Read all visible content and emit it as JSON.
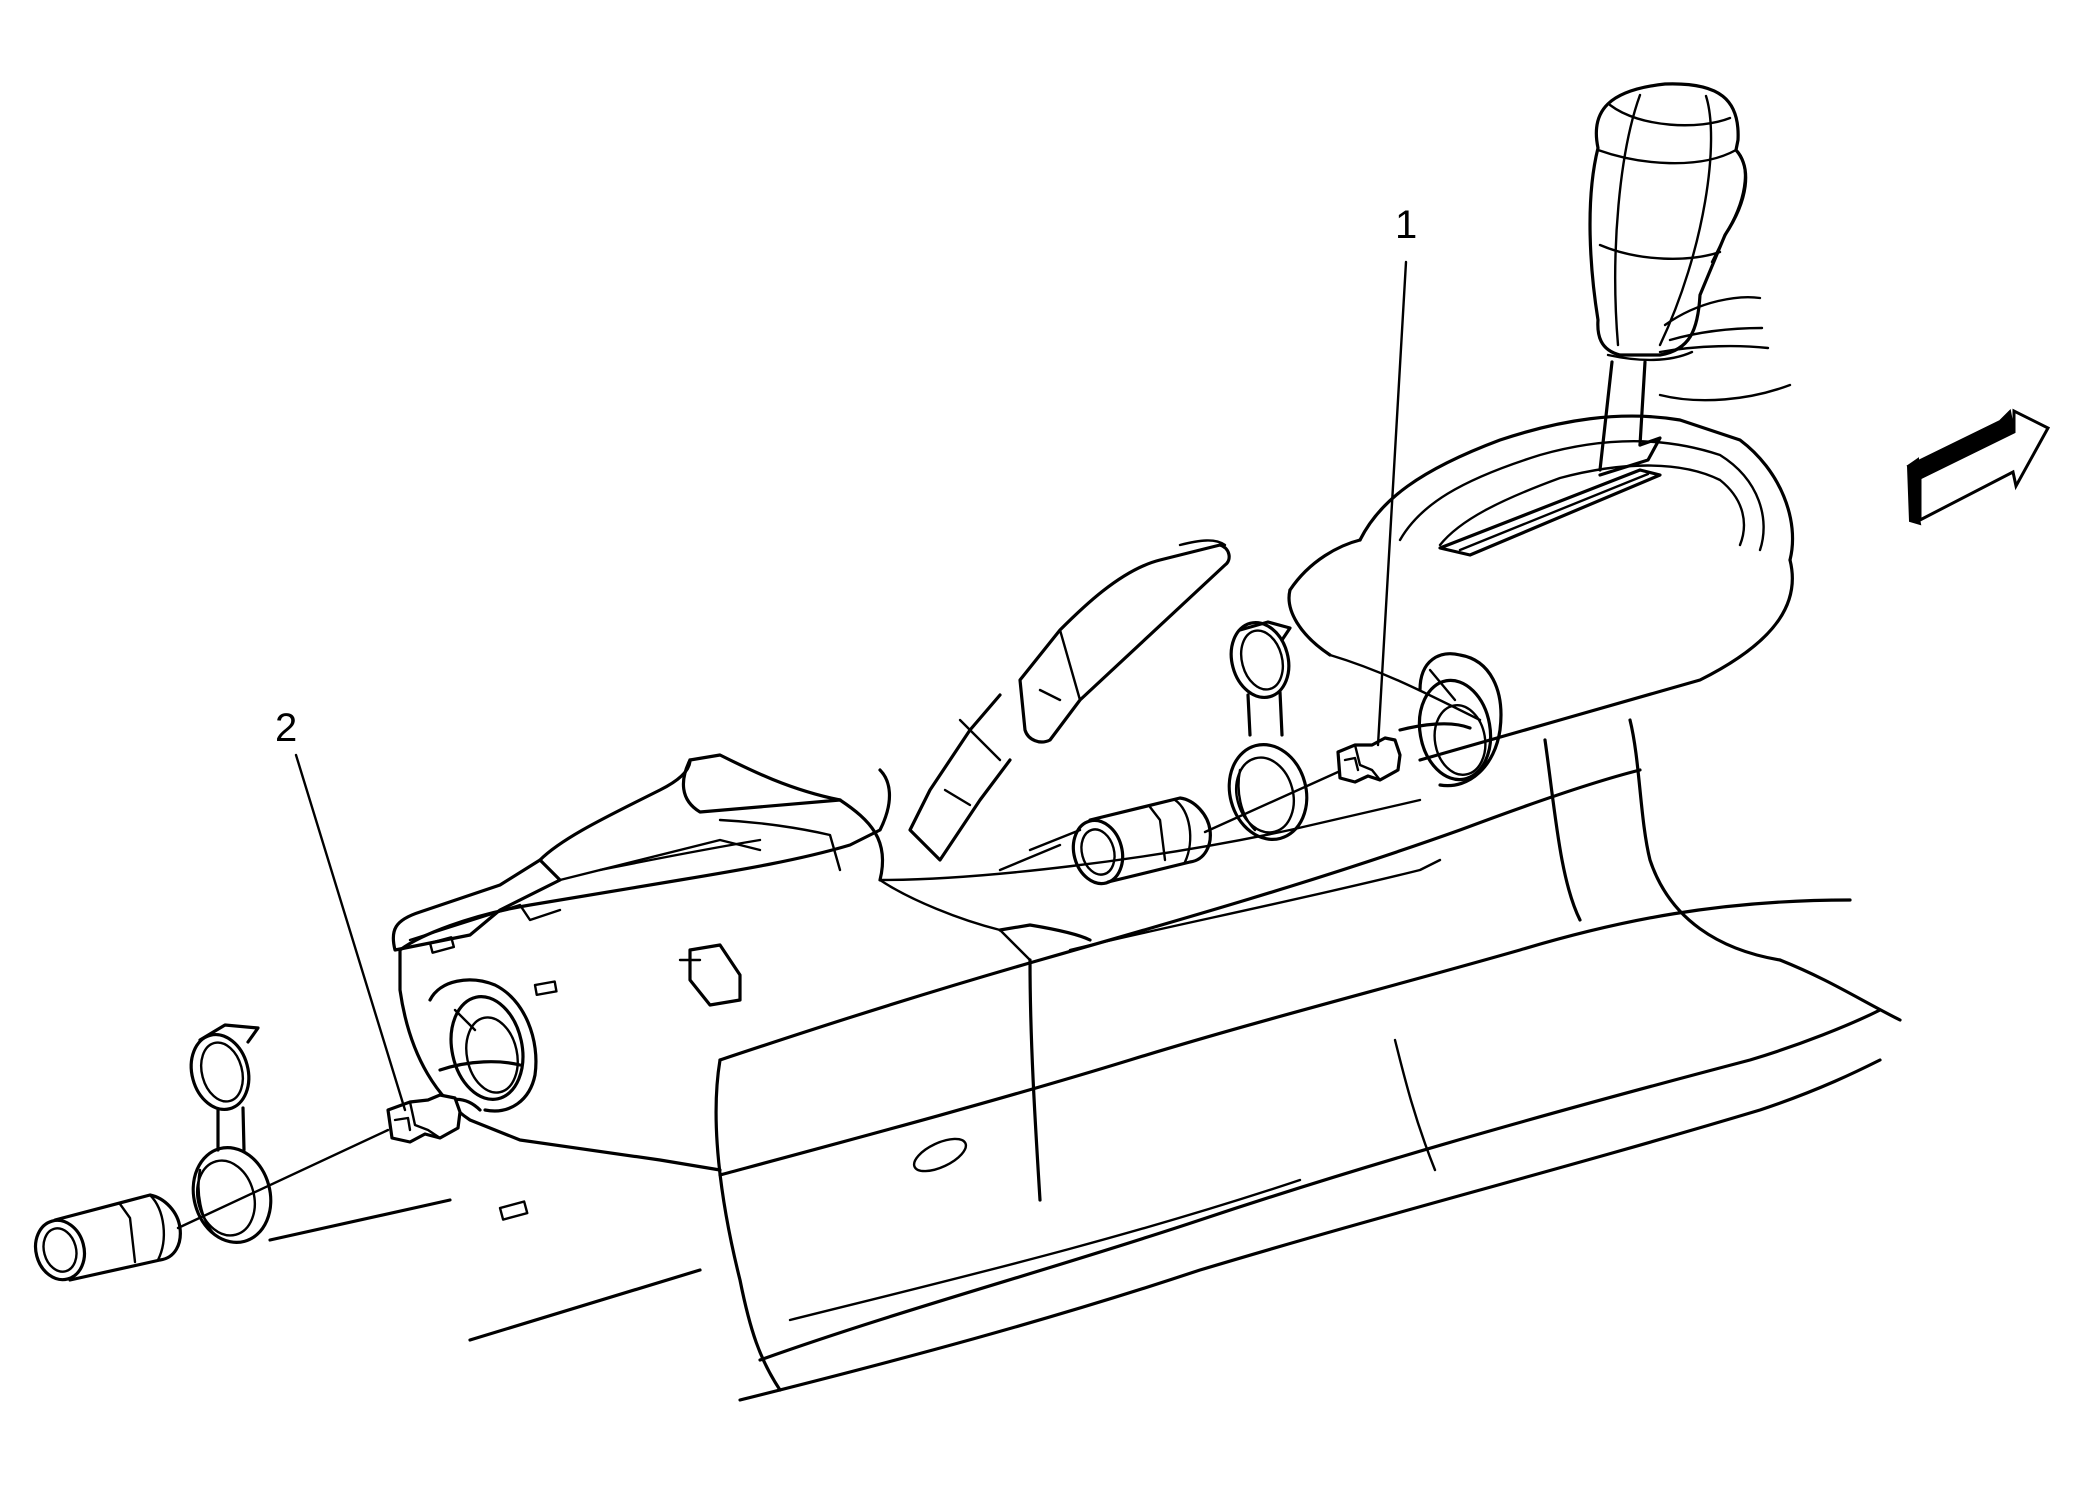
{
  "diagram": {
    "subject": "Center console with cigarette lighter / accessory power outlets",
    "colors": {
      "line": "#000000",
      "background": "#ffffff"
    },
    "callouts": [
      {
        "id": "1",
        "label": "1",
        "target": "front-power-outlet-connector"
      },
      {
        "id": "2",
        "label": "2",
        "target": "rear-power-outlet-connector"
      }
    ],
    "icons": {
      "direction": "front-of-vehicle-arrow-icon"
    }
  }
}
